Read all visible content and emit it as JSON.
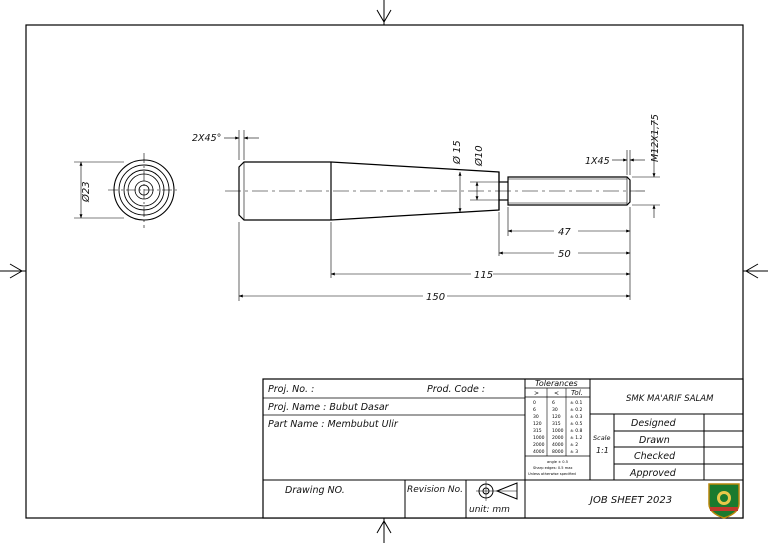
{
  "dimensions": {
    "chamfer_left": "2X45°",
    "dia_15": "Ø 15",
    "dia_10": "Ø10",
    "chamfer_right": "1X45",
    "thread": "M12X1,75",
    "dia_23": "Ø23",
    "len_47": "47",
    "len_50": "50",
    "len_115": "115",
    "len_150": "150"
  },
  "title_block": {
    "proj_no": "Proj. No. :",
    "prod_code": "Prod. Code :",
    "proj_name": "Proj. Name : Bubut Dasar",
    "part_name": "Part Name : Membubut Ulir",
    "drawing_no": "Drawing NO.",
    "revision_no": "Revision No.",
    "unit": "unit: mm",
    "tolerances": {
      "title": "Tolerances",
      "headers": [
        ">",
        "<",
        "Tol."
      ],
      "rows": [
        [
          "0",
          "6",
          "± 0.1"
        ],
        [
          "6",
          "30",
          "± 0.2"
        ],
        [
          "30",
          "120",
          "± 0.3"
        ],
        [
          "120",
          "315",
          "± 0.5"
        ],
        [
          "315",
          "1000",
          "± 0.8"
        ],
        [
          "1000",
          "2000",
          "± 1.2"
        ],
        [
          "2000",
          "4000",
          "± 2"
        ],
        [
          "4000",
          "8000",
          "± 3"
        ]
      ],
      "notes": [
        "angle ± 0.5",
        "Sharp edges: 0.5 max",
        "Unless otherwise specified"
      ]
    },
    "scale_label": "Scale",
    "scale_value": "1:1",
    "school": "SMK MA'ARIF SALAM",
    "roles": [
      "Designed",
      "Drawn",
      "Checked",
      "Approved"
    ],
    "job_sheet": "JOB SHEET 2023"
  },
  "icons": {
    "projection_symbol": "first-angle-projection-icon",
    "logo": "school-shield-logo-icon",
    "logo_colors": {
      "shield": "#1a7a2e",
      "border": "#b8860b",
      "ribbon": "#c0392b"
    }
  }
}
